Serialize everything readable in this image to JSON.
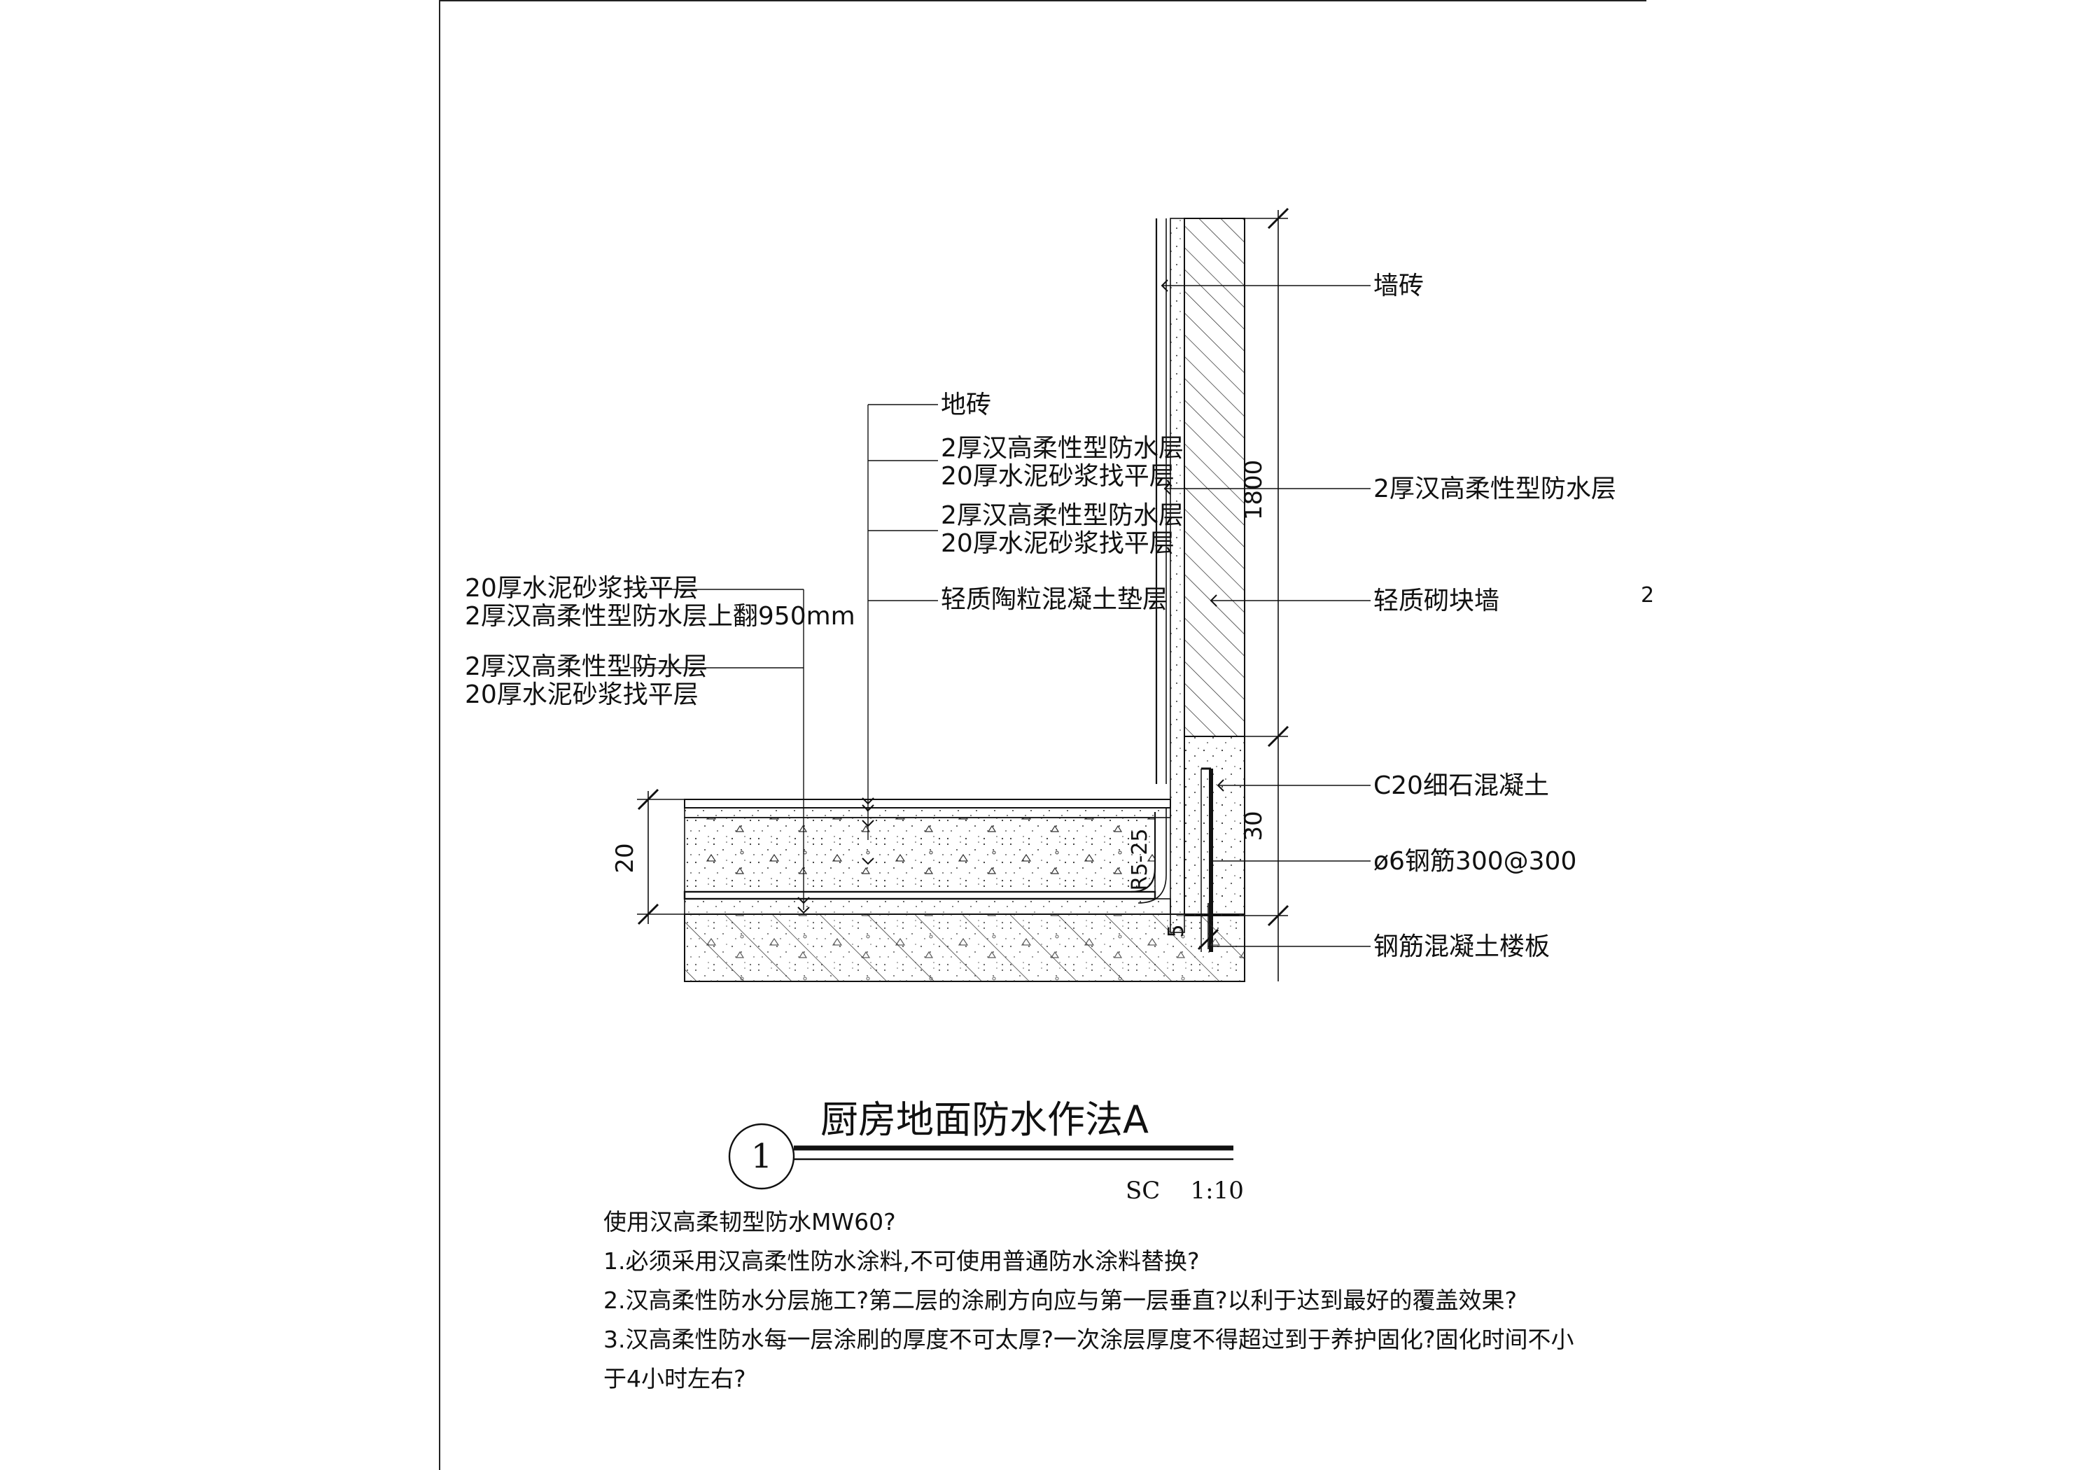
{
  "drawing": {
    "title": "厨房地面防水作法A",
    "detail_number": "1",
    "scale_label": "SC    1:10"
  },
  "labels": {
    "wall_tile": "墙砖",
    "floor_tile": "地砖",
    "wp_2_a": "2厚汉高柔性型防水层",
    "screed_20_a": "20厚水泥砂浆找平层",
    "wp_2_b": "2厚汉高柔性型防水层",
    "screed_20_b": "20厚水泥砂浆找平层",
    "lightweight_fill": "轻质陶粒混凝土垫层",
    "screed_20_c": "20厚水泥砂浆找平层",
    "wp_upturn": "2厚汉高柔性型防水层上翻950mm",
    "wp_2_c": "2厚汉高柔性型防水层",
    "screed_20_d": "20厚水泥砂浆找平层",
    "wall_wp": "2厚汉高柔性型防水层",
    "block_wall": "轻质砌块墙",
    "c20_concrete": "C20细石混凝土",
    "rebar": "ø6钢筋300@300",
    "rc_slab": "钢筋混凝土楼板",
    "edge_mark": "2"
  },
  "dimensions": {
    "wall_height": "1800",
    "curb_height": "30",
    "bottom_5": "5",
    "fill_20": "20",
    "radius": "R5-25"
  },
  "notes": {
    "heading": "使用汉高柔韧型防水MW60?",
    "n1": "1.必须采用汉高柔性防水涂料,不可使用普通防水涂料替换?",
    "n2": "2.汉高柔性防水分层施工?第二层的涂刷方向应与第一层垂直?以利于达到最好的覆盖效果?",
    "n3a": "3.汉高柔性防水每一层涂刷的厚度不可太厚?一次涂层厚度不得超过到于养护固化?固化时间不小",
    "n3b": "于4小时左右?"
  }
}
